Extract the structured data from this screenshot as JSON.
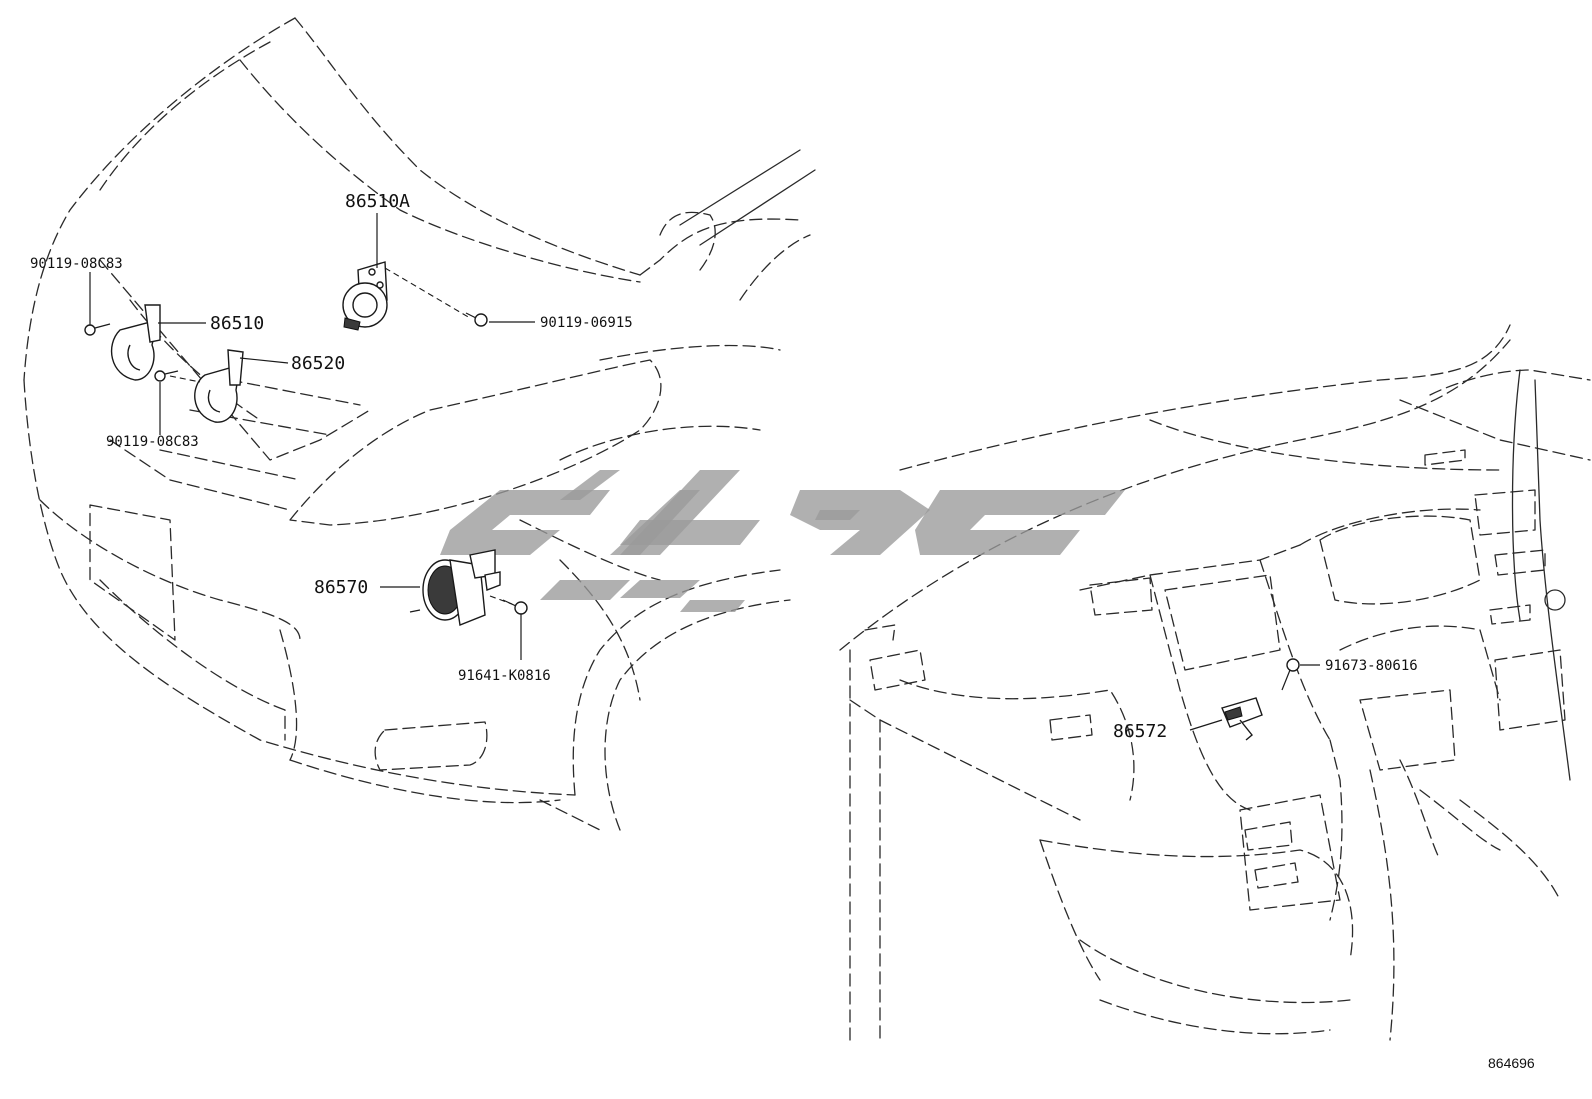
{
  "parts": {
    "p86510A": "86510A",
    "p86510": "86510",
    "p86520": "86520",
    "p86570": "86570",
    "p86572": "86572",
    "bolt_upper_left": "90119-08C83",
    "bolt_lower_left": "90119-08C83",
    "bolt_86510A": "90119-06915",
    "bolt_86570": "91641-K0816",
    "bolt_86572": "91673-80616"
  },
  "diagram_ref": "864696",
  "colors": {
    "line": "#2a2a2a",
    "watermark": "#9a9a9a",
    "background": "#ffffff"
  }
}
